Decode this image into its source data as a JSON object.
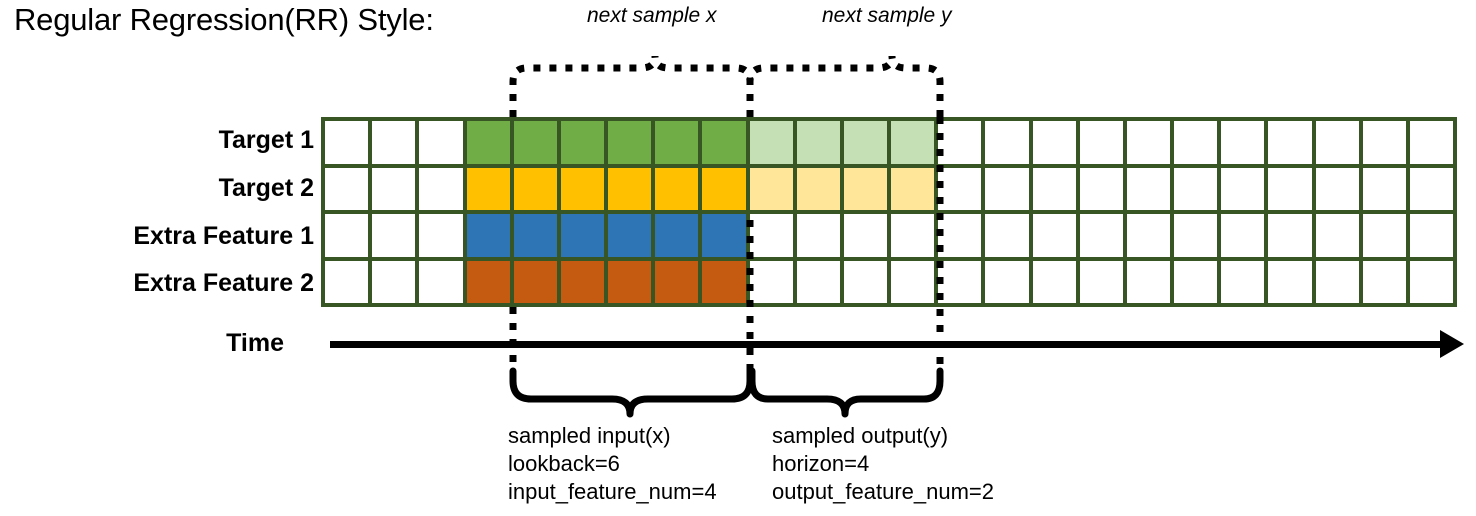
{
  "title": "Regular Regression(RR) Style:",
  "rows": [
    {
      "label": "Target 1",
      "name": "target-1"
    },
    {
      "label": "Target 2",
      "name": "target-2"
    },
    {
      "label": "Extra Feature 1",
      "name": "extra-feature-1"
    },
    {
      "label": "Extra Feature 2",
      "name": "extra-feature-2"
    }
  ],
  "axis": {
    "label": "Time"
  },
  "top_annotations": {
    "next_sample_x": "next sample x",
    "next_sample_y": "next sample y"
  },
  "bottom_annotations": {
    "input": {
      "title": "sampled input(x)",
      "line2": "lookback=6",
      "line3": "input_feature_num=4"
    },
    "output": {
      "title": "sampled output(y)",
      "line2": "horizon=4",
      "line3": "output_feature_num=2"
    }
  },
  "colors": {
    "grid_line": "#375623",
    "target1": "#70AD47",
    "target1_faded": "#C5E0B4",
    "target2": "#FFC000",
    "target2_faded": "#FFE699",
    "extra1": "#2E75B6",
    "extra2": "#C55A11",
    "empty": "#FFFFFF",
    "axis": "#000000"
  },
  "chart_data": {
    "type": "heatmap",
    "title": "Regular Regression(RR) Style:",
    "columns": 24,
    "rows": 4,
    "row_names": [
      "Target 1",
      "Target 2",
      "Extra Feature 1",
      "Extra Feature 2"
    ],
    "lookback": 6,
    "horizon": 4,
    "input_feature_num": 4,
    "output_feature_num": 2,
    "input_window_start_col": 4,
    "input_window_end_col": 9,
    "output_window_start_col": 10,
    "output_window_end_col": 13,
    "cell_states": [
      [
        "empty",
        "empty",
        "empty",
        "target1",
        "target1",
        "target1",
        "target1",
        "target1",
        "target1",
        "target1_faded",
        "target1_faded",
        "target1_faded",
        "target1_faded",
        "empty",
        "empty",
        "empty",
        "empty",
        "empty",
        "empty",
        "empty",
        "empty",
        "empty",
        "empty",
        "empty"
      ],
      [
        "empty",
        "empty",
        "empty",
        "target2",
        "target2",
        "target2",
        "target2",
        "target2",
        "target2",
        "target2_faded",
        "target2_faded",
        "target2_faded",
        "target2_faded",
        "empty",
        "empty",
        "empty",
        "empty",
        "empty",
        "empty",
        "empty",
        "empty",
        "empty",
        "empty",
        "empty"
      ],
      [
        "empty",
        "empty",
        "empty",
        "extra1",
        "extra1",
        "extra1",
        "extra1",
        "extra1",
        "extra1",
        "empty",
        "empty",
        "empty",
        "empty",
        "empty",
        "empty",
        "empty",
        "empty",
        "empty",
        "empty",
        "empty",
        "empty",
        "empty",
        "empty",
        "empty"
      ],
      [
        "empty",
        "empty",
        "empty",
        "extra2",
        "extra2",
        "extra2",
        "extra2",
        "extra2",
        "extra2",
        "empty",
        "empty",
        "empty",
        "empty",
        "empty",
        "empty",
        "empty",
        "empty",
        "empty",
        "empty",
        "empty",
        "empty",
        "empty",
        "empty",
        "empty"
      ]
    ]
  }
}
